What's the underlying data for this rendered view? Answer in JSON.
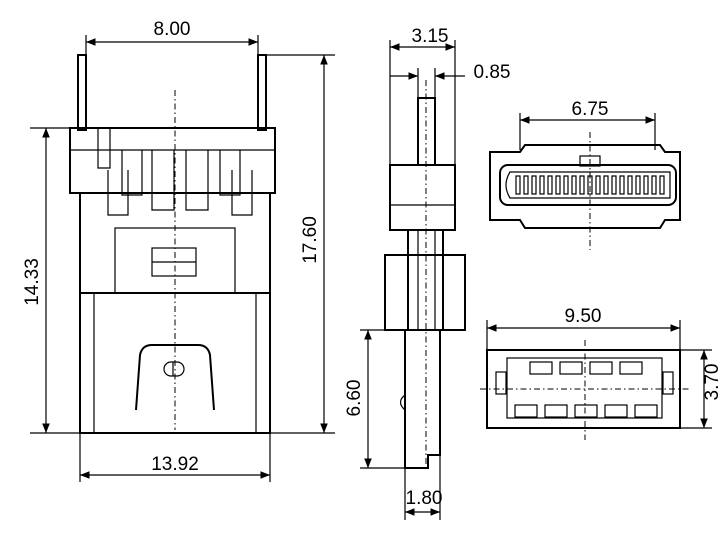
{
  "dimensions": {
    "front_top_width": "8.00",
    "front_left_height": "14.33",
    "front_right_height": "17.60",
    "front_bottom_width": "13.92",
    "side_top_width": "3.15",
    "side_pin_width": "0.85",
    "side_lower_height": "6.60",
    "side_bottom_width": "1.80",
    "end_top_width": "6.75",
    "bottom_view_width": "9.50",
    "bottom_view_height": "3.70"
  }
}
